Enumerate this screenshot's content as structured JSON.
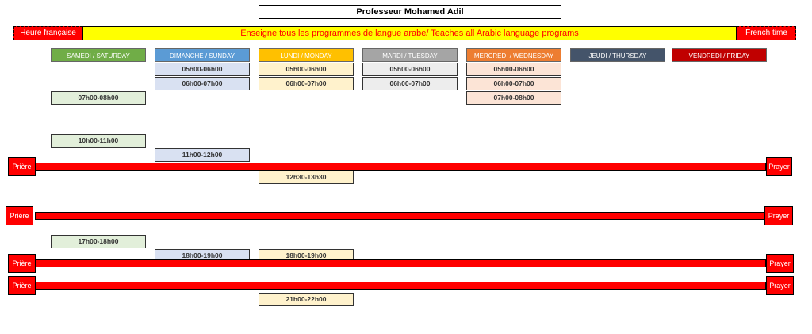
{
  "title": "Professeur Mohamed Adil",
  "banner": {
    "left_label": "Heure française",
    "center_text": "Enseigne tous les programmes de langue arabe/ Teaches all Arabic language programs",
    "right_label": "French time"
  },
  "days": [
    {
      "label": "SAMEDI / SATURDAY",
      "color": "#70ad47"
    },
    {
      "label": "DIMANCHE / SUNDAY",
      "color": "#5b9bd5"
    },
    {
      "label": "LUNDI / MONDAY",
      "color": "#ffc000"
    },
    {
      "label": "MARDI / TUESDAY",
      "color": "#a5a5a5"
    },
    {
      "label": "MERCREDI / WEDNESDAY",
      "color": "#ed7d31"
    },
    {
      "label": "JEUDI / THURSDAY",
      "color": "#44546a"
    },
    {
      "label": "VENDREDI / FRIDAY",
      "color": "#c00000"
    }
  ],
  "slots": {
    "saturday": [
      "07h00-08h00",
      "10h00-11h00",
      "17h00-18h00"
    ],
    "sunday": [
      "05h00-06h00",
      "06h00-07h00",
      "11h00-12h00",
      "18h00-19h00"
    ],
    "monday": [
      "05h00-06h00",
      "06h00-07h00",
      "12h30-13h30",
      "18h00-19h00",
      "21h00-22h00"
    ],
    "tuesday": [
      "05h00-06h00",
      "06h00-07h00"
    ],
    "wednesday": [
      "05h00-06h00",
      "06h00-07h00",
      "07h00-08h00"
    ]
  },
  "prayer": {
    "left_label": "Prière",
    "right_label": "Prayer"
  }
}
